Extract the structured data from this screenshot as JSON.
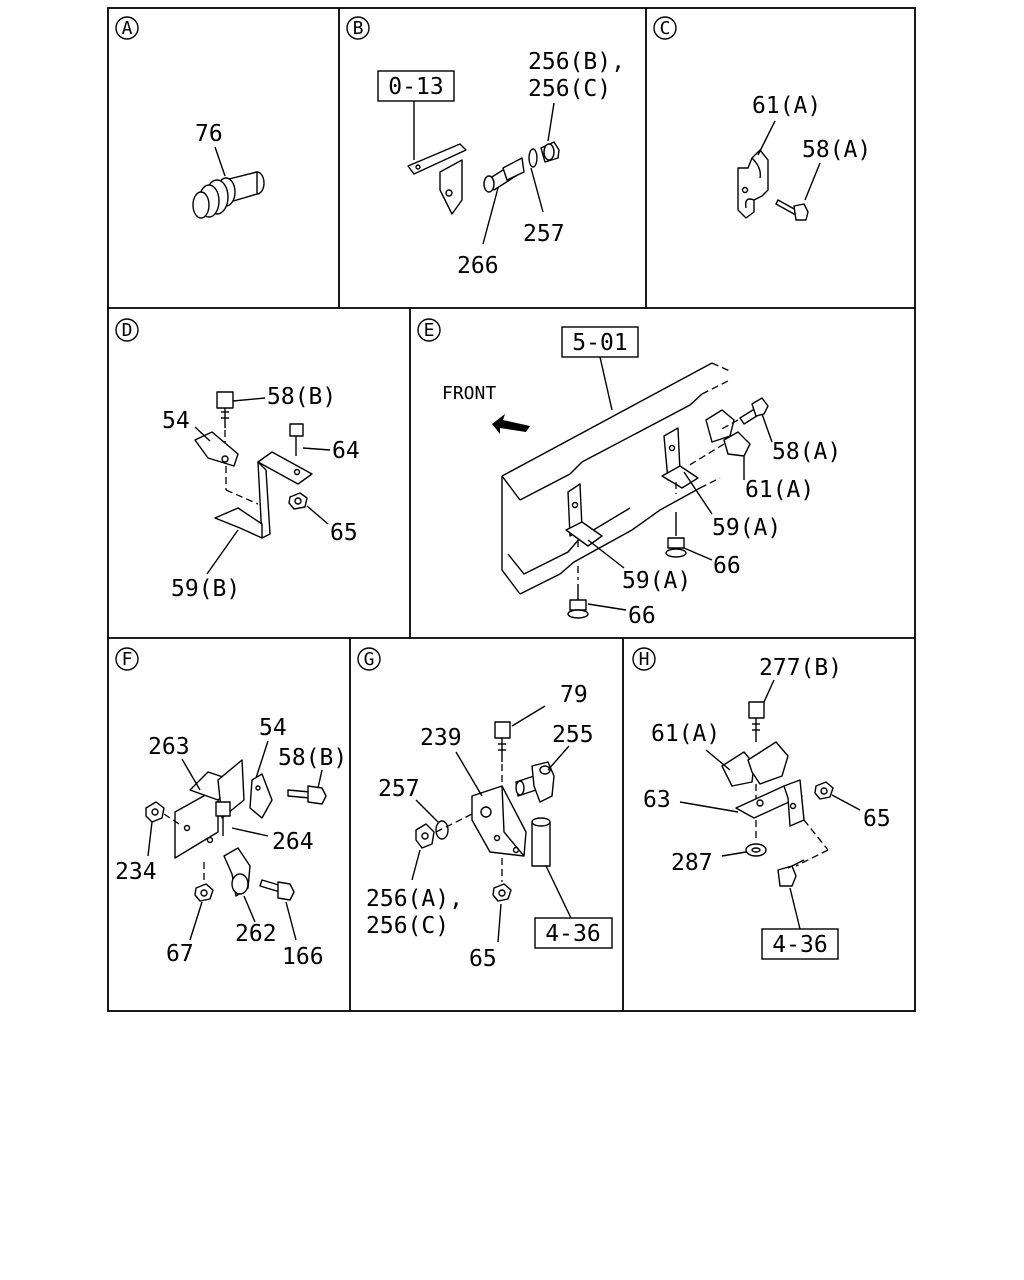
{
  "panels": {
    "A": {
      "letter": "A",
      "labels": {
        "p76": "76"
      }
    },
    "B": {
      "letter": "B",
      "ref": "0-13",
      "labels": {
        "p256bc_1": "256(B),",
        "p256bc_2": "256(C)",
        "p257": "257",
        "p266": "266"
      }
    },
    "C": {
      "letter": "C",
      "labels": {
        "p61a": "61(A)",
        "p58a": "58(A)"
      }
    },
    "D": {
      "letter": "D",
      "labels": {
        "p58b": "58(B)",
        "p54": "54",
        "p64": "64",
        "p65": "65",
        "p59b": "59(B)"
      }
    },
    "E": {
      "letter": "E",
      "ref": "5-01",
      "front": "FRONT",
      "labels": {
        "p58a": "58(A)",
        "p61a": "61(A)",
        "p59a_1": "59(A)",
        "p59a_2": "59(A)",
        "p66_1": "66",
        "p66_2": "66"
      }
    },
    "F": {
      "letter": "F",
      "labels": {
        "p263": "263",
        "p54": "54",
        "p58b": "58(B)",
        "p264": "264",
        "p234": "234",
        "p262": "262",
        "p67": "67",
        "p166": "166"
      }
    },
    "G": {
      "letter": "G",
      "ref": "4-36",
      "labels": {
        "p79": "79",
        "p239": "239",
        "p255": "255",
        "p257": "257",
        "p256ac_1": "256(A),",
        "p256ac_2": "256(C)",
        "p65": "65"
      }
    },
    "H": {
      "letter": "H",
      "ref": "4-36",
      "labels": {
        "p277b": "277(B)",
        "p61a": "61(A)",
        "p63": "63",
        "p65": "65",
        "p287": "287"
      }
    }
  }
}
